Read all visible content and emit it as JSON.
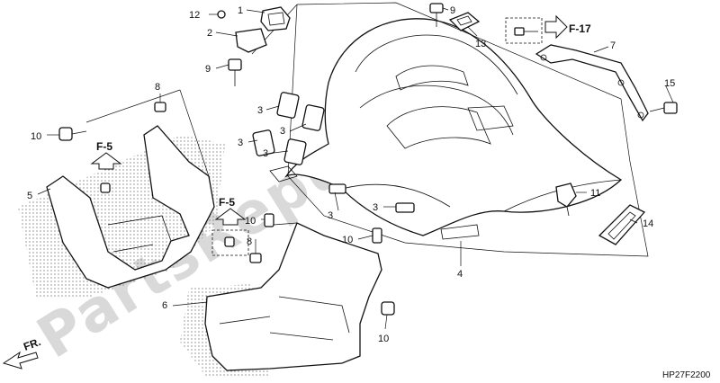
{
  "diagram": {
    "part_labels": [
      {
        "id": "l1",
        "text": "1"
      },
      {
        "id": "l2",
        "text": "2"
      },
      {
        "id": "l3a",
        "text": "3"
      },
      {
        "id": "l3b",
        "text": "3"
      },
      {
        "id": "l3c",
        "text": "3"
      },
      {
        "id": "l3d",
        "text": "3"
      },
      {
        "id": "l3e",
        "text": "3"
      },
      {
        "id": "l3f",
        "text": "3"
      },
      {
        "id": "l4",
        "text": "4"
      },
      {
        "id": "l5",
        "text": "5"
      },
      {
        "id": "l6",
        "text": "6"
      },
      {
        "id": "l7",
        "text": "7"
      },
      {
        "id": "l8a",
        "text": "8"
      },
      {
        "id": "l8b",
        "text": "8"
      },
      {
        "id": "l9a",
        "text": "9"
      },
      {
        "id": "l9b",
        "text": "9"
      },
      {
        "id": "l10a",
        "text": "10"
      },
      {
        "id": "l10b",
        "text": "10"
      },
      {
        "id": "l10c",
        "text": "10"
      },
      {
        "id": "l10d",
        "text": "10"
      },
      {
        "id": "l11",
        "text": "11"
      },
      {
        "id": "l12",
        "text": "12"
      },
      {
        "id": "l13",
        "text": "13"
      },
      {
        "id": "l14",
        "text": "14"
      },
      {
        "id": "l15",
        "text": "15"
      }
    ],
    "references": {
      "f5_left": "F-5",
      "f5_mid": "F-5",
      "f17": "F-17"
    },
    "front_arrow": "FR.",
    "drawing_code": "HP27F2200",
    "watermark": "PartsRepublik"
  }
}
